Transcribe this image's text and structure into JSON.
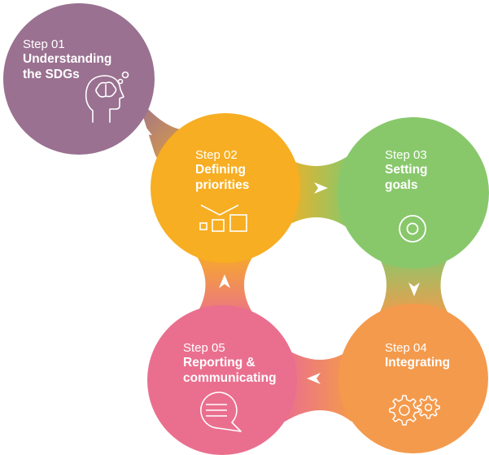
{
  "steps": [
    {
      "num": "Step 01",
      "title": [
        "Understanding",
        "the SDGs"
      ],
      "color": "#9a7191",
      "icon": "head-brain-icon"
    },
    {
      "num": "Step 02",
      "title": [
        "Defining",
        "priorities"
      ],
      "color": "#f7ae22",
      "icon": "squares-priority-icon"
    },
    {
      "num": "Step 03",
      "title": [
        "Setting",
        "goals"
      ],
      "color": "#88c86b",
      "icon": "target-icon"
    },
    {
      "num": "Step 04",
      "title": [
        "Integrating"
      ],
      "color": "#f49a4c",
      "icon": "gears-icon"
    },
    {
      "num": "Step 05",
      "title": [
        "Reporting &",
        "communicating"
      ],
      "color": "#ea6f8e",
      "icon": "speech-bubble-icon"
    }
  ]
}
